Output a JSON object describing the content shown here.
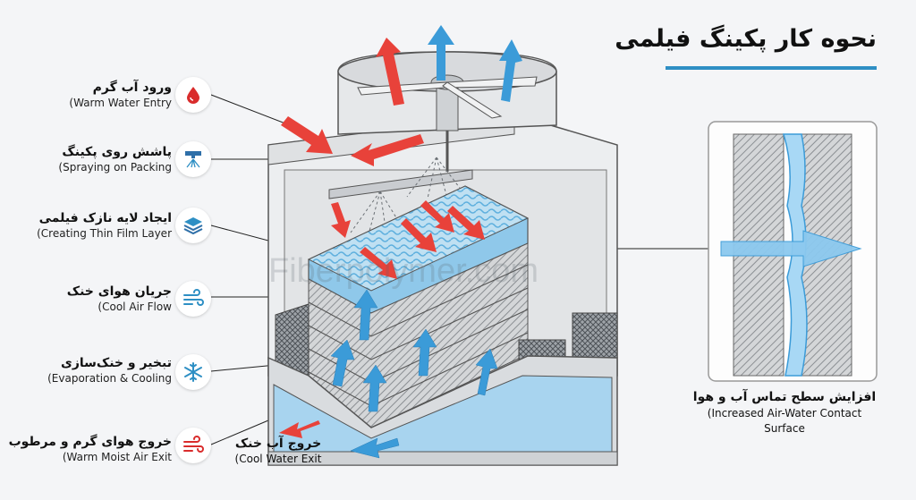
{
  "title": "نحوه کار پکینگ فیلمی",
  "labels": [
    {
      "fa": "ورود آب گرم",
      "en": "(Warm Water Entry",
      "icon": "water-drop-icon"
    },
    {
      "fa": "پاشش روی پکینگ",
      "en": "(Spraying on Packing",
      "icon": "sprayer-icon"
    },
    {
      "fa": "ایجاد لایه نازک فیلمی",
      "en": "(Creating Thin Film Layer",
      "icon": "layers-icon"
    },
    {
      "fa": "جریان هوای خنک",
      "en": "(Cool Air Flow",
      "icon": "wind-icon"
    },
    {
      "fa": "تبخیر و خنک‌سازی",
      "en": "(Evaporation & Cooling",
      "icon": "snowflake-icon"
    },
    {
      "fa": "خروج هوای گرم و مرطوب",
      "en": "(Warm Moist Air Exit",
      "icon": "hot-wind-icon"
    }
  ],
  "cool_exit": {
    "fa": "خروج آب خنک",
    "en": "(Cool Water Exit"
  },
  "contact": {
    "fa": "افزایش سطح تماس آب و هوا",
    "en": "(Increased Air-Water Contact Surface"
  },
  "watermark": "Fiberpolymer.com",
  "colors": {
    "hot": "#e8423a",
    "cool": "#3b9bd8",
    "accent": "#2e8fc4"
  }
}
